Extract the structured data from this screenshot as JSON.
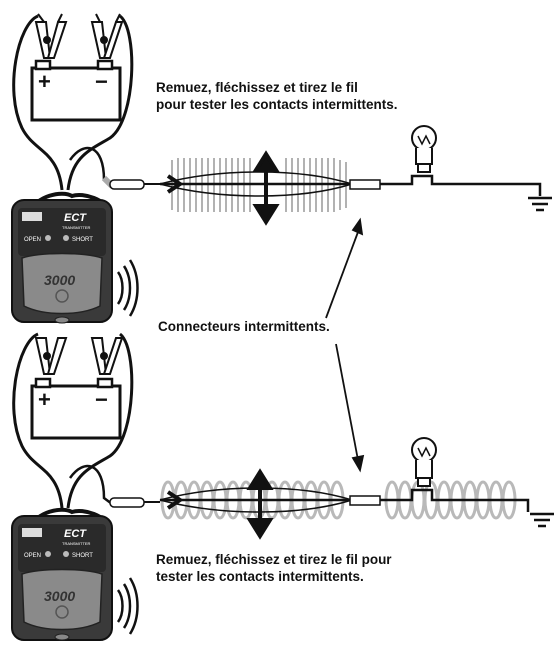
{
  "captions": {
    "top": [
      "Remuez, fléchissez et tirez le fil",
      "pour tester les contacts intermittents."
    ],
    "middle": "Connecteurs intermittents.",
    "bottom": [
      "Remuez, fléchissez et tirez le fil pour",
      "tester les contacts intermittents."
    ]
  },
  "device": {
    "brand": "ECT",
    "sub": "TRANSMITTER",
    "led_open": "OPEN",
    "led_short": "SHORT",
    "model": "3000"
  },
  "battery": {
    "plus": "+",
    "minus": "−"
  },
  "colors": {
    "ink": "#111111",
    "body": "#3a3a3a",
    "panel": "#8a8a8a",
    "wave_gray": "#b9b9b9"
  }
}
